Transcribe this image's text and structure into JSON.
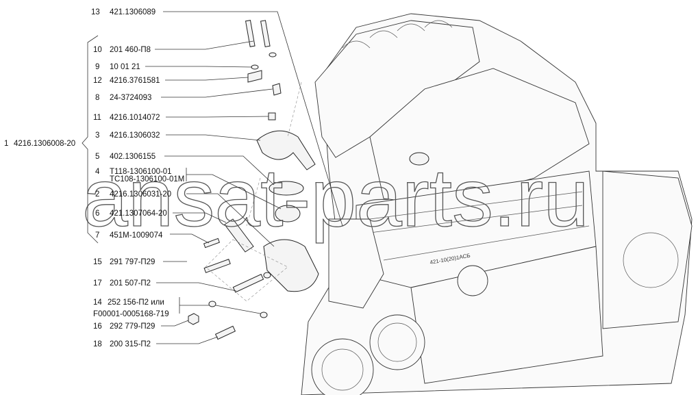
{
  "watermark": "ansat-parts.ru",
  "assembly": {
    "num": "1",
    "part": "4216.1306008-20"
  },
  "callouts": [
    {
      "num": "13",
      "part": "421.1306089"
    },
    {
      "num": "10",
      "part": "201 460-П8"
    },
    {
      "num": "9",
      "part": "10 01 21"
    },
    {
      "num": "12",
      "part": "4216.3761581"
    },
    {
      "num": "8",
      "part": "24-3724093"
    },
    {
      "num": "11",
      "part": "4216.1014072"
    },
    {
      "num": "3",
      "part": "4216.1306032"
    },
    {
      "num": "5",
      "part": "402.1306155"
    },
    {
      "num": "4",
      "part": "Т118-1306100-01",
      "alt": "ТС108-1306100-01М"
    },
    {
      "num": "2",
      "part": "4216.1306031-20"
    },
    {
      "num": "6",
      "part": "421.1307064-20"
    },
    {
      "num": "7",
      "part": "451М-1009074"
    },
    {
      "num": "15",
      "part": "291 797-П29"
    },
    {
      "num": "17",
      "part": "201 507-П2"
    },
    {
      "num": "14",
      "part": "252 156-П2 или",
      "alt": "F00001-0005168-719"
    },
    {
      "num": "16",
      "part": "292 779-П29"
    },
    {
      "num": "18",
      "part": "200 315-П2"
    }
  ],
  "engine_marking": "421-10(20)1АСБ"
}
